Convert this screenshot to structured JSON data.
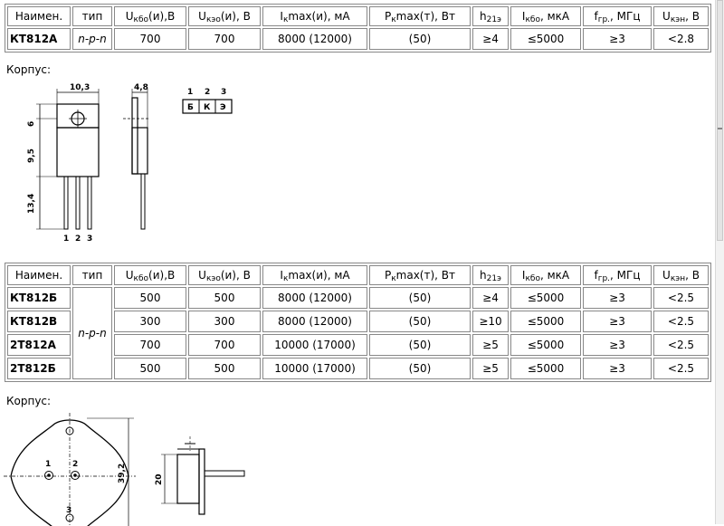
{
  "headers": {
    "name": "Наимен.",
    "type": "тип",
    "ukbo_main": "U",
    "ukbo_sub": "кбо",
    "ukbo_rest": "(и),В",
    "ukeo_main": "U",
    "ukeo_sub": "кэо",
    "ukeo_rest": "(и), В",
    "ik_main": "I",
    "ik_sub": "к",
    "ik_rest": "max(и), мА",
    "pk_main": "P",
    "pk_sub": "к",
    "pk_rest": "max(т), Вт",
    "h_main": "h",
    "h_sub": "21э",
    "ikbo_main": "I",
    "ikbo_sub": "кбо",
    "ikbo_rest": ", мкА",
    "fgr_main": "f",
    "fgr_sub": "гр.",
    "fgr_rest": ", МГц",
    "uken_main": "U",
    "uken_sub": "кэн",
    "uken_rest": ", В"
  },
  "table1": {
    "rows": [
      {
        "name": "КТ812А",
        "type": "n-p-n",
        "ukbo": "700",
        "ukeo": "700",
        "ik": "8000 (12000)",
        "pk": "(50)",
        "h21": "≥4",
        "ikbo": "≤5000",
        "fgr": "≥3",
        "uken": "<2.8"
      }
    ]
  },
  "case_label_1": "Корпус:",
  "drawing1": {
    "dim_width": "10,3",
    "dim_thickness": "4,8",
    "dim_hole": "6",
    "dim_body": "9,5",
    "dim_leads": "13,4",
    "pin_numbers": [
      "1",
      "2",
      "3"
    ],
    "pinout_numbers": [
      "1",
      "2",
      "3"
    ],
    "pinout_letters": [
      "Б",
      "К",
      "Э"
    ]
  },
  "table2": {
    "type_shared": "n-p-n",
    "rows": [
      {
        "name": "КТ812Б",
        "ukbo": "500",
        "ukeo": "500",
        "ik": "8000 (12000)",
        "pk": "(50)",
        "h21": "≥4",
        "ikbo": "≤5000",
        "fgr": "≥3",
        "uken": "<2.5"
      },
      {
        "name": "КТ812В",
        "ukbo": "300",
        "ukeo": "300",
        "ik": "8000 (12000)",
        "pk": "(50)",
        "h21": "≥10",
        "ikbo": "≤5000",
        "fgr": "≥3",
        "uken": "<2.5"
      },
      {
        "name": "2Т812А",
        "ukbo": "700",
        "ukeo": "700",
        "ik": "10000 (17000)",
        "pk": "(50)",
        "h21": "≥5",
        "ikbo": "≤5000",
        "fgr": "≥3",
        "uken": "<2.5"
      },
      {
        "name": "2Т812Б",
        "ukbo": "500",
        "ukeo": "500",
        "ik": "10000 (17000)",
        "pk": "(50)",
        "h21": "≥5",
        "ikbo": "≤5000",
        "fgr": "≥3",
        "uken": "<2.5"
      }
    ]
  },
  "case_label_2": "Корпус:",
  "drawing2": {
    "pin1": "1",
    "pin2": "2",
    "pin3": "3",
    "dim_height": "39,2",
    "dim_body": "20"
  }
}
